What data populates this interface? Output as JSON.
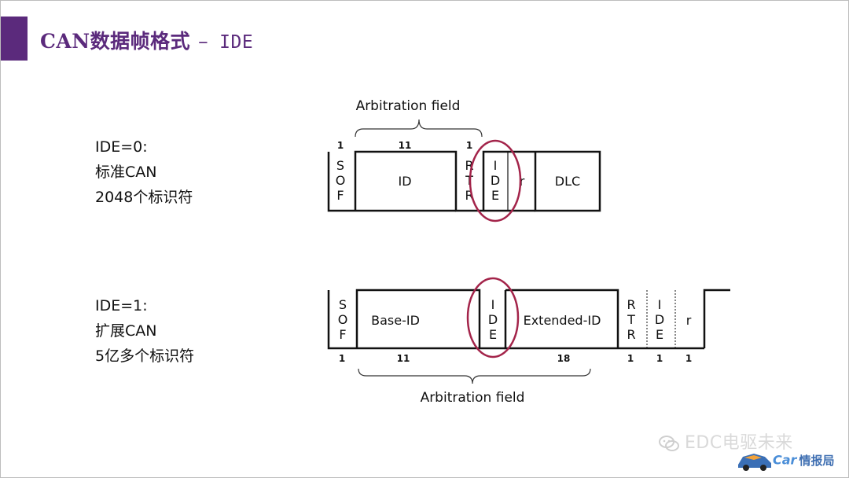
{
  "title": {
    "main": "CAN数据帧格式",
    "separator": "–",
    "sub": "IDE"
  },
  "standard": {
    "lines": [
      "IDE=0:",
      "标准CAN",
      "2048个标识符"
    ],
    "arbitration_label": "Arbitration field",
    "fields": [
      {
        "key": "sof",
        "chars": [
          "S",
          "O",
          "F"
        ],
        "bits": "1"
      },
      {
        "key": "id",
        "label": "ID",
        "bits": "11"
      },
      {
        "key": "rtr",
        "chars": [
          "R",
          "T",
          "R"
        ],
        "bits": "1"
      },
      {
        "key": "ide",
        "chars": [
          "I",
          "D",
          "E"
        ]
      },
      {
        "key": "r",
        "label": "r"
      },
      {
        "key": "dlc",
        "label": "DLC"
      }
    ]
  },
  "extended": {
    "lines": [
      "IDE=1:",
      "扩展CAN",
      "5亿多个标识符"
    ],
    "arbitration_label": "Arbitration field",
    "fields": [
      {
        "key": "sof",
        "chars": [
          "S",
          "O",
          "F"
        ],
        "bits": "1"
      },
      {
        "key": "base-id",
        "label": "Base-ID",
        "bits": "11"
      },
      {
        "key": "ide",
        "chars": [
          "I",
          "D",
          "E"
        ]
      },
      {
        "key": "extended-id",
        "label": "Extended-ID",
        "bits": "18"
      },
      {
        "key": "rtr",
        "chars": [
          "R",
          "T",
          "R"
        ],
        "bits": "1"
      },
      {
        "key": "ide2",
        "chars": [
          "I",
          "D",
          "E"
        ],
        "bits": "1"
      },
      {
        "key": "r",
        "label": "r",
        "bits": "1"
      }
    ]
  },
  "highlight_color": "#a3244a",
  "accent_color": "#5b2a7c",
  "watermark": {
    "text": "EDC电驱未来",
    "brand": "Car",
    "brand_suffix": "情报局",
    "icons": [
      "wechat-icon",
      "car-logo-icon"
    ]
  }
}
